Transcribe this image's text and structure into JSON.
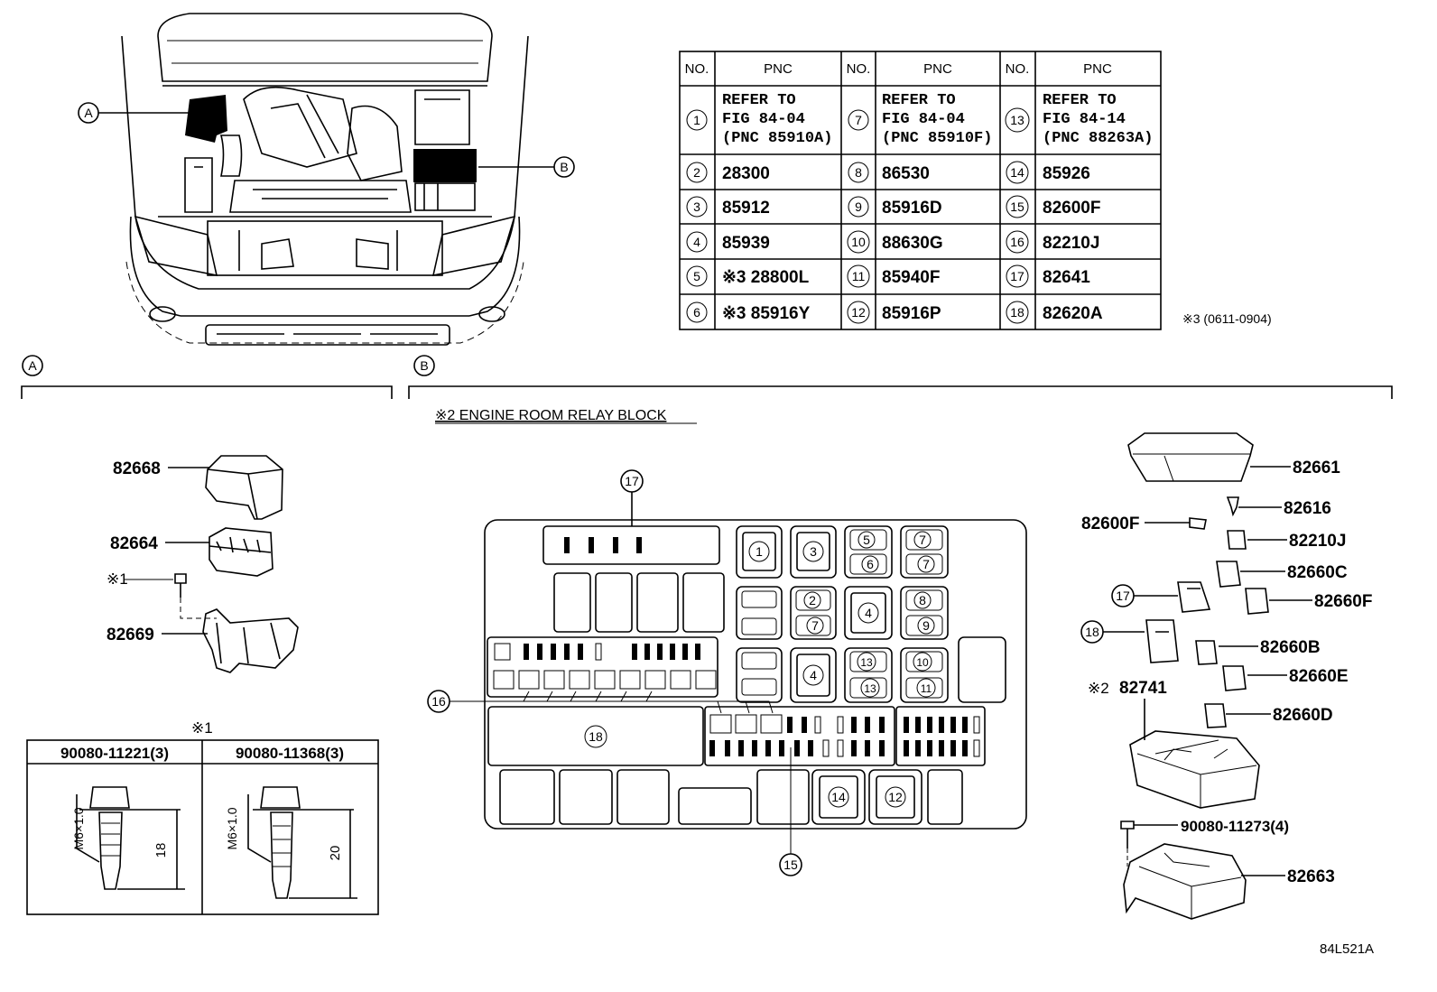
{
  "callouts": {
    "a": "A",
    "b": "B"
  },
  "table": {
    "headers": [
      "NO.",
      "PNC",
      "NO.",
      "PNC",
      "NO.",
      "PNC"
    ],
    "refer": [
      {
        "no": "1",
        "lines": [
          "REFER TO",
          "FIG 84-04",
          "(PNC 85910A)"
        ]
      },
      {
        "no": "7",
        "lines": [
          "REFER TO",
          "FIG 84-04",
          "(PNC 85910F)"
        ]
      },
      {
        "no": "13",
        "lines": [
          "REFER TO",
          "FIG 84-14",
          "(PNC 88263A)"
        ]
      }
    ],
    "rows": [
      [
        {
          "no": "2",
          "pnc": "28300"
        },
        {
          "no": "8",
          "pnc": "86530"
        },
        {
          "no": "14",
          "pnc": "85926"
        }
      ],
      [
        {
          "no": "3",
          "pnc": "85912"
        },
        {
          "no": "9",
          "pnc": "85916D"
        },
        {
          "no": "15",
          "pnc": "82600F"
        }
      ],
      [
        {
          "no": "4",
          "pnc": "85939"
        },
        {
          "no": "10",
          "pnc": "88630G"
        },
        {
          "no": "16",
          "pnc": "82210J"
        }
      ],
      [
        {
          "no": "5",
          "pnc": "※3 28800L"
        },
        {
          "no": "11",
          "pnc": "85940F"
        },
        {
          "no": "17",
          "pnc": "82641"
        }
      ],
      [
        {
          "no": "6",
          "pnc": "※3 85916Y"
        },
        {
          "no": "12",
          "pnc": "85916P"
        },
        {
          "no": "18",
          "pnc": "82620A"
        }
      ]
    ],
    "note": "※3 (0611-0904)"
  },
  "relay_block_title": "※2 ENGINE ROOM RELAY BLOCK",
  "section_a": {
    "parts": [
      "82668",
      "82664",
      "82669"
    ],
    "bolt_mark": "※1",
    "bolt_table_mark": "※1",
    "bolts": [
      {
        "pnc": "90080-11221(3)",
        "thread": "M6×1.0",
        "length": "18"
      },
      {
        "pnc": "90080-11368(3)",
        "thread": "M6×1.0",
        "length": "20"
      }
    ]
  },
  "relay_block": {
    "cells": [
      "1",
      "3",
      "5",
      "7",
      "6",
      "7",
      "2",
      "8",
      "7",
      "4",
      "9",
      "4",
      "13",
      "10",
      "13",
      "11",
      "18",
      "14",
      "12"
    ],
    "callouts": [
      "17",
      "16",
      "15"
    ]
  },
  "section_b_parts": {
    "p82661": "82661",
    "p82616": "82616",
    "p82600f": "82600F",
    "p82210j": "82210J",
    "p82660c": "82660C",
    "c17": "17",
    "p82660f": "82660F",
    "c18": "18",
    "p82660b": "82660B",
    "p82660e": "82660E",
    "m2": "※2",
    "p82741": "82741",
    "p82660d": "82660D",
    "p90080": "90080-11273(4)",
    "p82663": "82663"
  },
  "figure_id": "84L521A"
}
